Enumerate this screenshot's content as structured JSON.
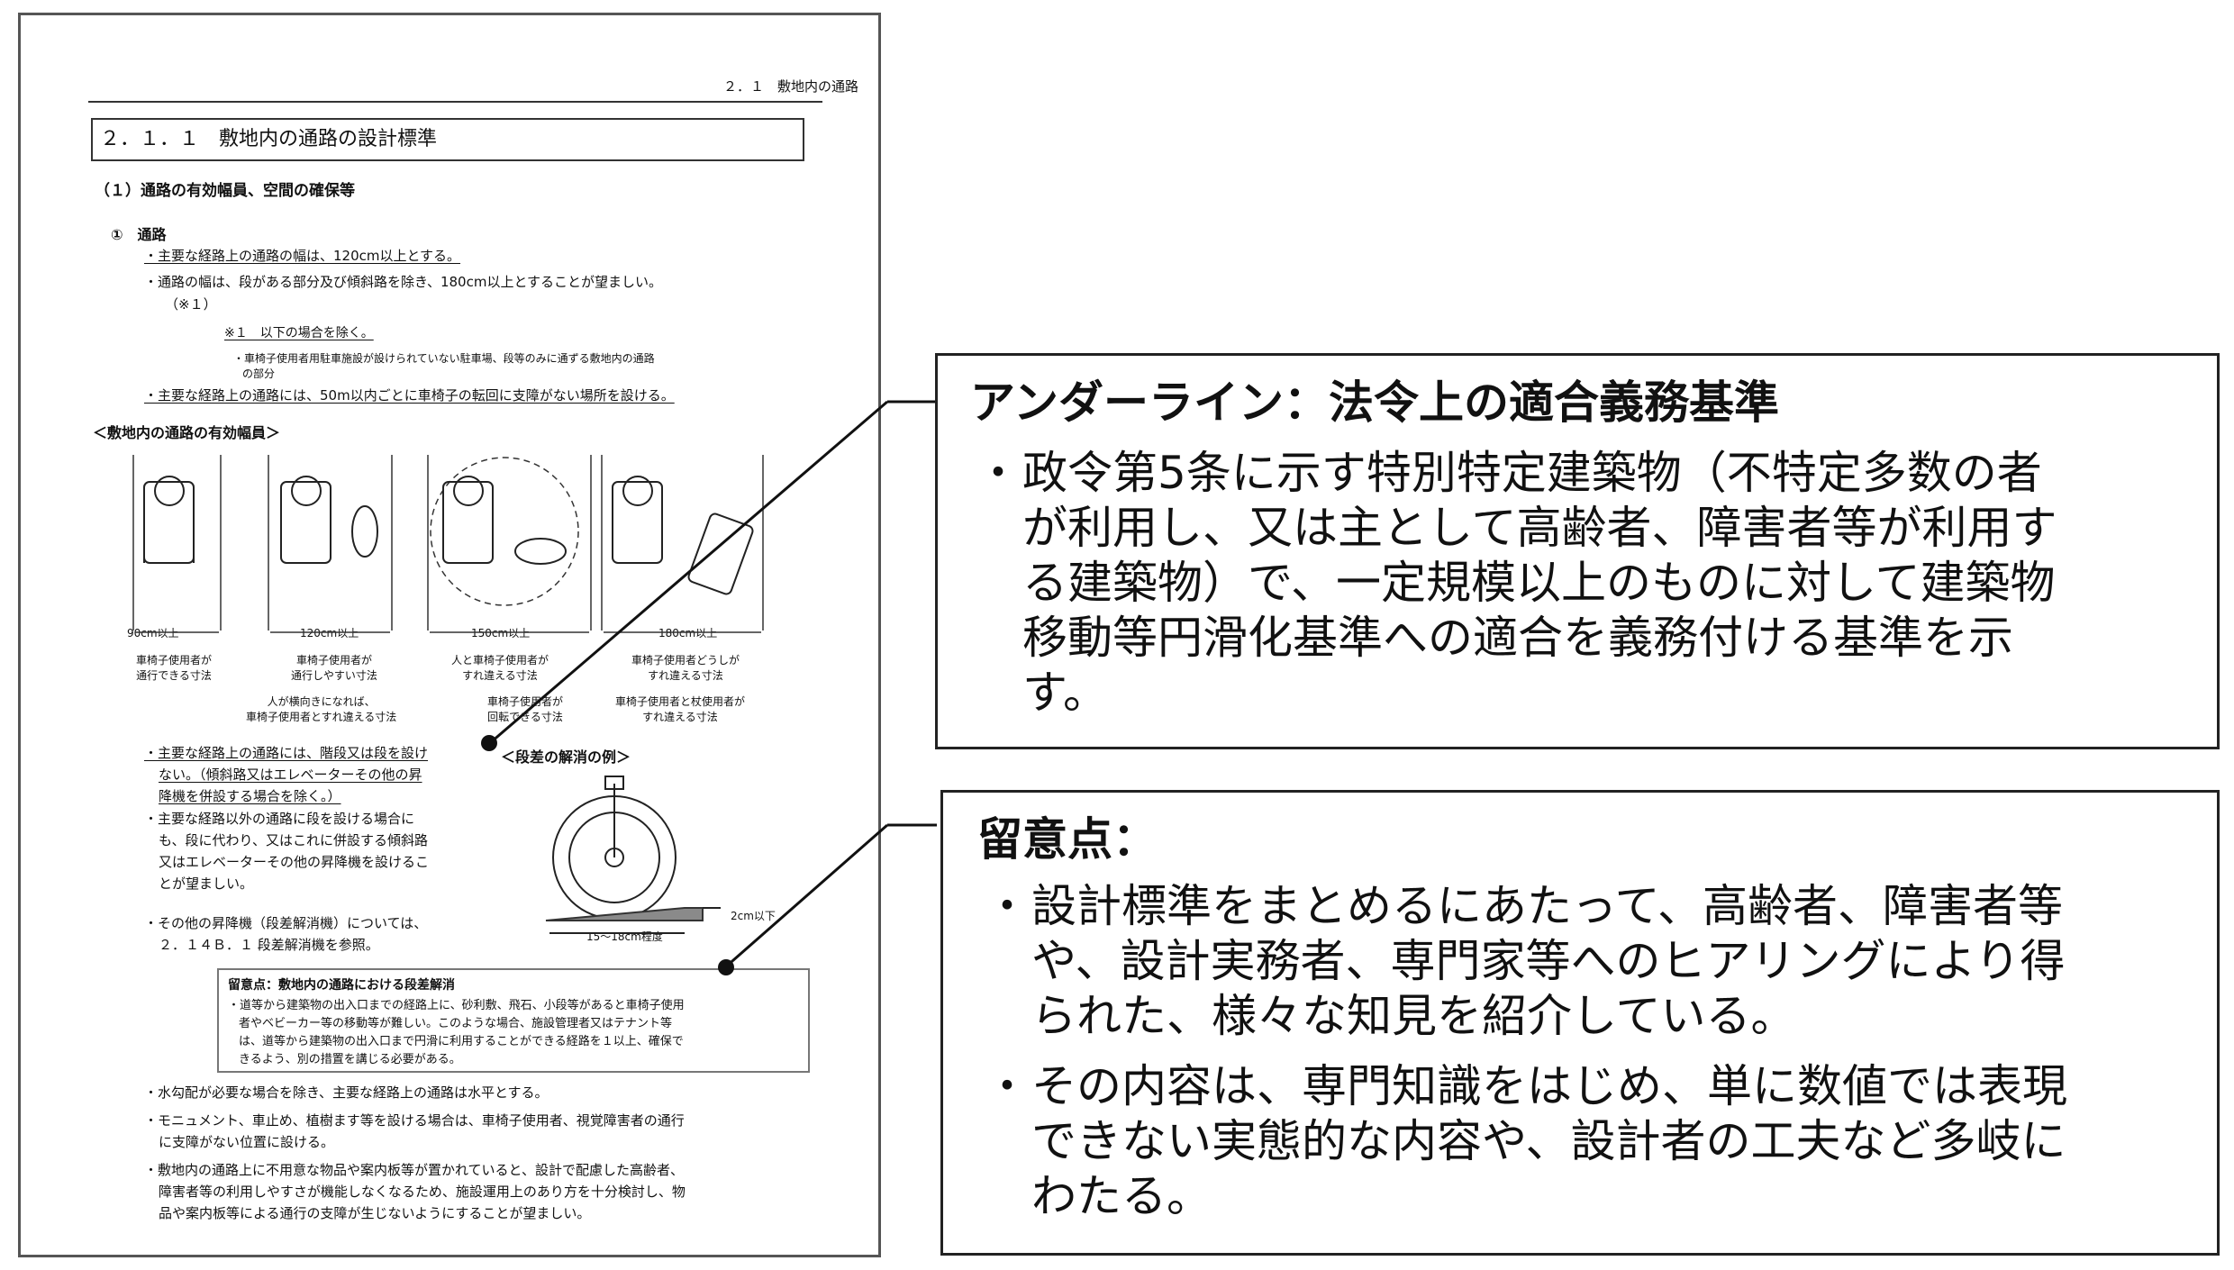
{
  "document": {
    "running_header": "２．１　敷地内の通路",
    "section_heading": "２．１．１　敷地内の通路の設計標準",
    "subheading": "（１）通路の有効幅員、空間の確保等",
    "item_heading": "①　通路",
    "lines": {
      "l1": "・主要な経路上の通路の幅は、120cm以上とする。",
      "l2": "・通路の幅は、段がある部分及び傾斜路を除き、180cm以上とすることが望ましい。",
      "l3": "（※１）",
      "note1": "※１　以下の場合を除く。",
      "note1a": "・車椅子使用者用駐車施設が設けられていない駐車場、段等のみに通ずる敷地内の通路",
      "note1b": "の部分",
      "l4": "・主要な経路上の通路には、50m以内ごとに車椅子の転回に支障がない場所を設ける。"
    },
    "figure": {
      "title": "＜敷地内の通路の有効幅員＞",
      "dims": [
        "90cm以上",
        "120cm以上",
        "150cm以上",
        "180cm以上"
      ],
      "cap1": [
        "車椅子使用者が",
        "通行できる寸法"
      ],
      "cap2": [
        "車椅子使用者が",
        "通行しやすい寸法"
      ],
      "cap2b": [
        "人が横向きになれば、",
        "車椅子使用者とすれ違える寸法"
      ],
      "cap3": [
        "人と車椅子使用者が",
        "すれ違える寸法"
      ],
      "cap3b": [
        "車椅子使用者が",
        "回転できる寸法"
      ],
      "cap4": [
        "車椅子使用者どうしが",
        "すれ違える寸法"
      ],
      "cap4b": [
        "車椅子使用者と杖使用者が",
        "すれ違える寸法"
      ]
    },
    "step_section": {
      "b1": [
        "・主要な経路上の通路には、階段又は段を設け",
        "ない。（傾斜路又はエレベーターその他の昇",
        "降機を併設する場合を除く。）"
      ],
      "b2": [
        "・主要な経路以外の通路に段を設ける場合に",
        "も、段に代わり、又はこれに併設する傾斜路",
        "又はエレベーターその他の昇降機を設けるこ",
        "とが望ましい。"
      ],
      "b3": [
        "・その他の昇降機（段差解消機）については、",
        "２．１４Ｂ．１ 段差解消機を参照。"
      ],
      "fig_title": "＜段差の解消の例＞",
      "dim_h": "2cm以下",
      "dim_w": "15～18cm程度"
    },
    "note_box": {
      "title": "留意点：敷地内の通路における段差解消",
      "lines": [
        "・道等から建築物の出入口までの経路上に、砂利敷、飛石、小段等があると車椅子使用",
        "者やベビーカー等の移動等が難しい。このような場合、施設管理者又はテナント等",
        "は、道等から建築物の出入口まで円滑に利用することができる経路を１以上、確保で",
        "きるよう、別の措置を講じる必要がある。"
      ]
    },
    "tail": {
      "t1": "・水勾配が必要な場合を除き、主要な経路上の通路は水平とする。",
      "t2": [
        "・モニュメント、車止め、植樹ます等を設ける場合は、車椅子使用者、視覚障害者の通行",
        "に支障がない位置に設ける。"
      ],
      "t3": [
        "・敷地内の通路上に不用意な物品や案内板等が置かれていると、設計で配慮した高齢者、",
        "障害者等の利用しやすさが機能しなくなるため、施設運用上のあり方を十分検討し、物",
        "品や案内板等による通行の支障が生じないようにすることが望ましい。"
      ]
    }
  },
  "callout_underline": {
    "title": "アンダーライン：法令上の適合義務基準",
    "bullet_lines": [
      "政令第5条に示す特別特定建築物（不特定多数の者",
      "が利用し、又は主として高齢者、障害者等が利用す",
      "る建築物）で、一定規模以上のものに対して建築物",
      "移動等円滑化基準への適合を義務付ける基準を示",
      "す。"
    ]
  },
  "callout_note": {
    "title": "留意点：",
    "bullet1_lines": [
      "設計標準をまとめるにあたって、高齢者、障害者等",
      "や、設計実務者、専門家等へのヒアリングにより得",
      "られた、様々な知見を紹介している。"
    ],
    "bullet2_lines": [
      "その内容は、専門知識をはじめ、単に数値では表現",
      "できない実態的な内容や、設計者の工夫など多岐に",
      "わたる。"
    ],
    "bullet_mark": "・"
  }
}
